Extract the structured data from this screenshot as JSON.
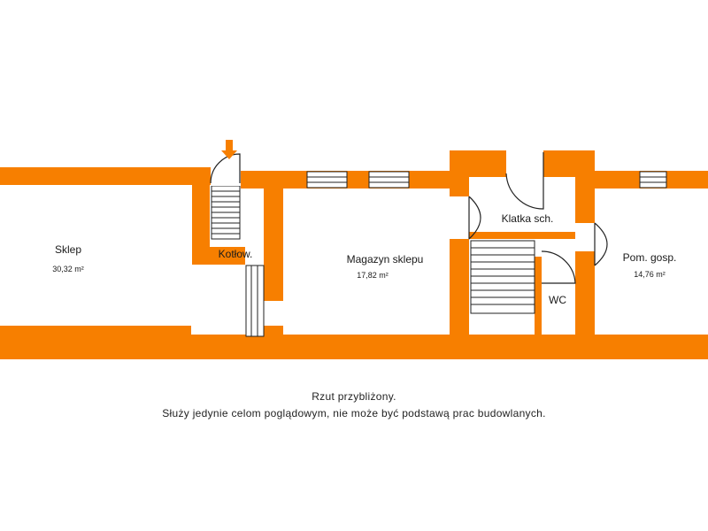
{
  "colors": {
    "wall": "#F77F00",
    "wall_stroke": "#E86E00",
    "line": "#222222",
    "background": "#FFFFFF"
  },
  "rooms": {
    "sklep": {
      "name": "Sklep",
      "area": "30,32 m²"
    },
    "kotlow": {
      "name": "Kotłow."
    },
    "magazyn": {
      "name": "Magazyn sklepu",
      "area": "17,82 m²"
    },
    "klatka": {
      "name": "Klatka sch."
    },
    "wc": {
      "name": "WC"
    },
    "pom": {
      "name": "Pom. gosp.",
      "area": "14,76 m²"
    }
  },
  "caption": {
    "line1": "Rzut przybliżony.",
    "line2": "Służy jedynie celom poglądowym, nie może być podstawą prac budowlanych."
  },
  "icons": {
    "entry": "arrow-down-icon",
    "stairs": "stairs-icon",
    "door": "door-swing-icon",
    "window": "window-icon"
  }
}
